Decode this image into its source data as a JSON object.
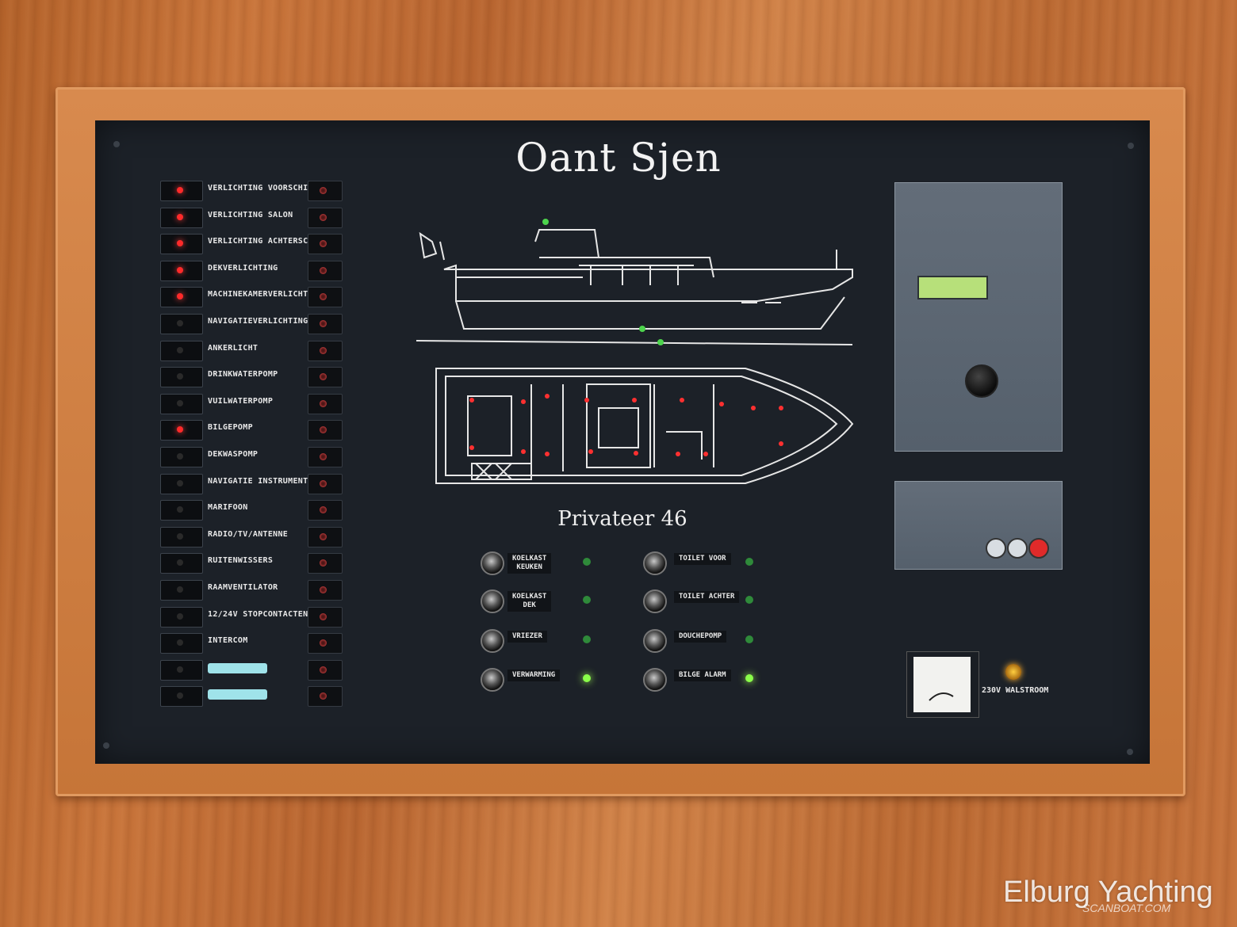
{
  "panel_title": "Oant Sjen",
  "model_name": "Privateer 46",
  "left_switches": [
    {
      "label": "VERLICHTING VOORSCHIP",
      "on": true
    },
    {
      "label": "VERLICHTING SALON",
      "on": true
    },
    {
      "label": "VERLICHTING ACHTERSCHIP",
      "on": true
    },
    {
      "label": "DEKVERLICHTING",
      "on": true
    },
    {
      "label": "MACHINEKAMERVERLICHTING",
      "on": true
    },
    {
      "label": "NAVIGATIEVERLICHTING",
      "on": false
    },
    {
      "label": "ANKERLICHT",
      "on": false
    },
    {
      "label": "DRINKWATERPOMP",
      "on": false
    },
    {
      "label": "VUILWATERPOMP",
      "on": false
    },
    {
      "label": "BILGEPOMP",
      "on": true
    },
    {
      "label": "DEKWASPOMP",
      "on": false
    },
    {
      "label": "NAVIGATIE INSTRUMENTEN",
      "on": false
    },
    {
      "label": "MARIFOON",
      "on": false
    },
    {
      "label": "RADIO/TV/ANTENNE",
      "on": false
    },
    {
      "label": "RUITENWISSERS",
      "on": false
    },
    {
      "label": "RAAMVENTILATOR",
      "on": false
    },
    {
      "label": "12/24V STOPCONTACTEN",
      "on": false
    },
    {
      "label": "INTERCOM",
      "on": false
    },
    {
      "label": "",
      "on": false
    },
    {
      "label": "",
      "on": false
    }
  ],
  "bottom_switches_left": [
    {
      "label": "KOELKAST\nKEUKEN",
      "led_bright": false
    },
    {
      "label": "KOELKAST\nDEK",
      "led_bright": false
    },
    {
      "label": "VRIEZER",
      "led_bright": false
    },
    {
      "label": "VERWARMING",
      "led_bright": true
    }
  ],
  "bottom_switches_right": [
    {
      "label": "TOILET VOOR",
      "led_bright": false
    },
    {
      "label": "TOILET ACHTER",
      "led_bright": false
    },
    {
      "label": "DOUCHEPOMP",
      "led_bright": false
    },
    {
      "label": "BILGE ALARM",
      "led_bright": true
    }
  ],
  "shore_power_label": "230V WALSTROOM",
  "watermark": {
    "main": "Elburg Yachting",
    "sub": "SCANBOAT.COM"
  },
  "colors": {
    "panel": "#1c2128",
    "red_led": "#ff2a2a",
    "green_led": "#8aff4a",
    "lcd": "#b7e07a"
  }
}
